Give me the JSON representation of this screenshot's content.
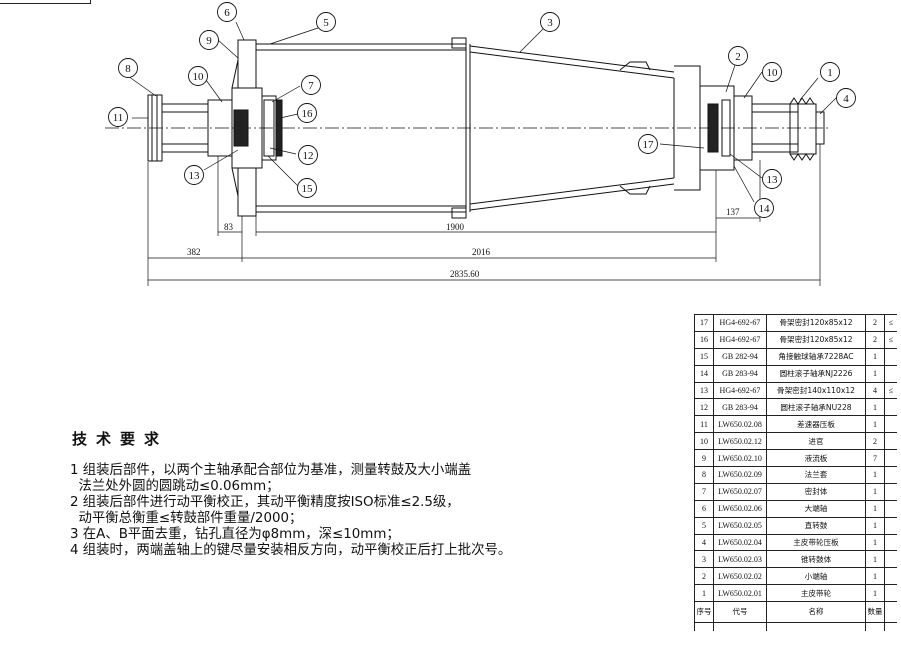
{
  "drawing": {
    "dimensions": {
      "d83": "83",
      "d1900": "1900",
      "d137": "137",
      "d382": "382",
      "d2016": "2016",
      "d2835": "2835.60"
    },
    "balloons": [
      "1",
      "2",
      "3",
      "4",
      "5",
      "6",
      "7",
      "8",
      "9",
      "10",
      "10",
      "11",
      "12",
      "13",
      "13",
      "14",
      "15",
      "16",
      "17"
    ]
  },
  "tech_requirements": {
    "title": "技术要求",
    "items": [
      "1 组装后部件，以两个主轴承配合部位为基准，测量转鼓及大小端盖",
      "  法兰处外圆的圆跳动≤0.06mm；",
      "2 组装后部件进行动平衡校正，其动平衡精度按ISO标准≤2.5级，",
      "  动平衡总衡重≤转鼓部件重量/2000；",
      "3 在A、B平面去重，钻孔直径为φ8mm，深≤10mm；",
      "4 组装时，两端盖轴上的键尽量安装相反方向，动平衡校正后打上批次号。"
    ]
  },
  "bom": {
    "rows": [
      {
        "seq": "17",
        "code": "HG4-692-67",
        "name": "骨架密封120x85x12",
        "qty": "2",
        "note": "≤"
      },
      {
        "seq": "16",
        "code": "HG4-692-67",
        "name": "骨架密封120x85x12",
        "qty": "2",
        "note": "≤"
      },
      {
        "seq": "15",
        "code": "GB 282-94",
        "name": "角接触球轴承7228AC",
        "qty": "1",
        "note": ""
      },
      {
        "seq": "14",
        "code": "GB 283-94",
        "name": "圆柱滚子轴承NJ2226",
        "qty": "1",
        "note": ""
      },
      {
        "seq": "13",
        "code": "HG4-692-67",
        "name": "骨架密封140x110x12",
        "qty": "4",
        "note": "≤"
      },
      {
        "seq": "12",
        "code": "GB 283-94",
        "name": "圆柱滚子轴承NU228",
        "qty": "1",
        "note": ""
      },
      {
        "seq": "11",
        "code": "LW650.02.08",
        "name": "差速器压板",
        "qty": "1",
        "note": ""
      },
      {
        "seq": "10",
        "code": "LW650.02.12",
        "name": "进官",
        "qty": "2",
        "note": ""
      },
      {
        "seq": "9",
        "code": "LW650.02.10",
        "name": "液流板",
        "qty": "7",
        "note": ""
      },
      {
        "seq": "8",
        "code": "LW650.02.09",
        "name": "法兰套",
        "qty": "1",
        "note": ""
      },
      {
        "seq": "7",
        "code": "LW650.02.07",
        "name": "密封体",
        "qty": "1",
        "note": ""
      },
      {
        "seq": "6",
        "code": "LW650.02.06",
        "name": "大端轴",
        "qty": "1",
        "note": ""
      },
      {
        "seq": "5",
        "code": "LW650.02.05",
        "name": "直转鼓",
        "qty": "1",
        "note": ""
      },
      {
        "seq": "4",
        "code": "LW650.02.04",
        "name": "主皮带轮压板",
        "qty": "1",
        "note": ""
      },
      {
        "seq": "3",
        "code": "LW650.02.03",
        "name": "锥转鼓体",
        "qty": "1",
        "note": ""
      },
      {
        "seq": "2",
        "code": "LW650.02.02",
        "name": "小端轴",
        "qty": "1",
        "note": ""
      },
      {
        "seq": "1",
        "code": "LW650.02.01",
        "name": "主皮带轮",
        "qty": "1",
        "note": ""
      }
    ],
    "header": {
      "seq": "序号",
      "code": "代号",
      "name": "名称",
      "qty": "数量",
      "note": ""
    }
  }
}
